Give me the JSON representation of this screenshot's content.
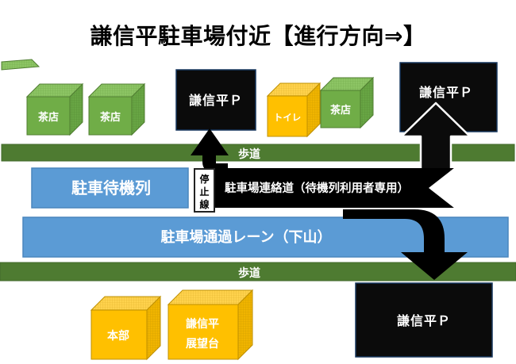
{
  "title": "謙信平駐車場付近【進行方向⇒】",
  "roads": {
    "sidewalk_top": "歩道",
    "sidewalk_bottom": "歩道",
    "waiting_queue": "駐車待機列",
    "pass_lane": "駐車場通過レーン（下山）",
    "connector_road": "駐車場連絡道（待機列利用者専用）",
    "stop_line_chars": [
      "停",
      "止",
      "線"
    ]
  },
  "parking": {
    "top_center": "謙信平Ｐ",
    "top_right": "謙信平Ｐ",
    "bottom_right": "謙信平Ｐ"
  },
  "buildings": {
    "teahouse1": "茶店",
    "teahouse2": "茶店",
    "toilet": "トイレ",
    "teahouse3": "茶店",
    "headquarters": "本部",
    "observatory_line1": "謙信平",
    "observatory_line2": "展望台"
  },
  "colors": {
    "sidewalk_green": "#4e7b31",
    "lane_blue": "#5b9bd5",
    "building_green": "#70ad47",
    "building_yellow": "#ffc000",
    "parking_black": "#0b0b0b",
    "route_black": "#000000",
    "text_white": "#ffffff"
  }
}
